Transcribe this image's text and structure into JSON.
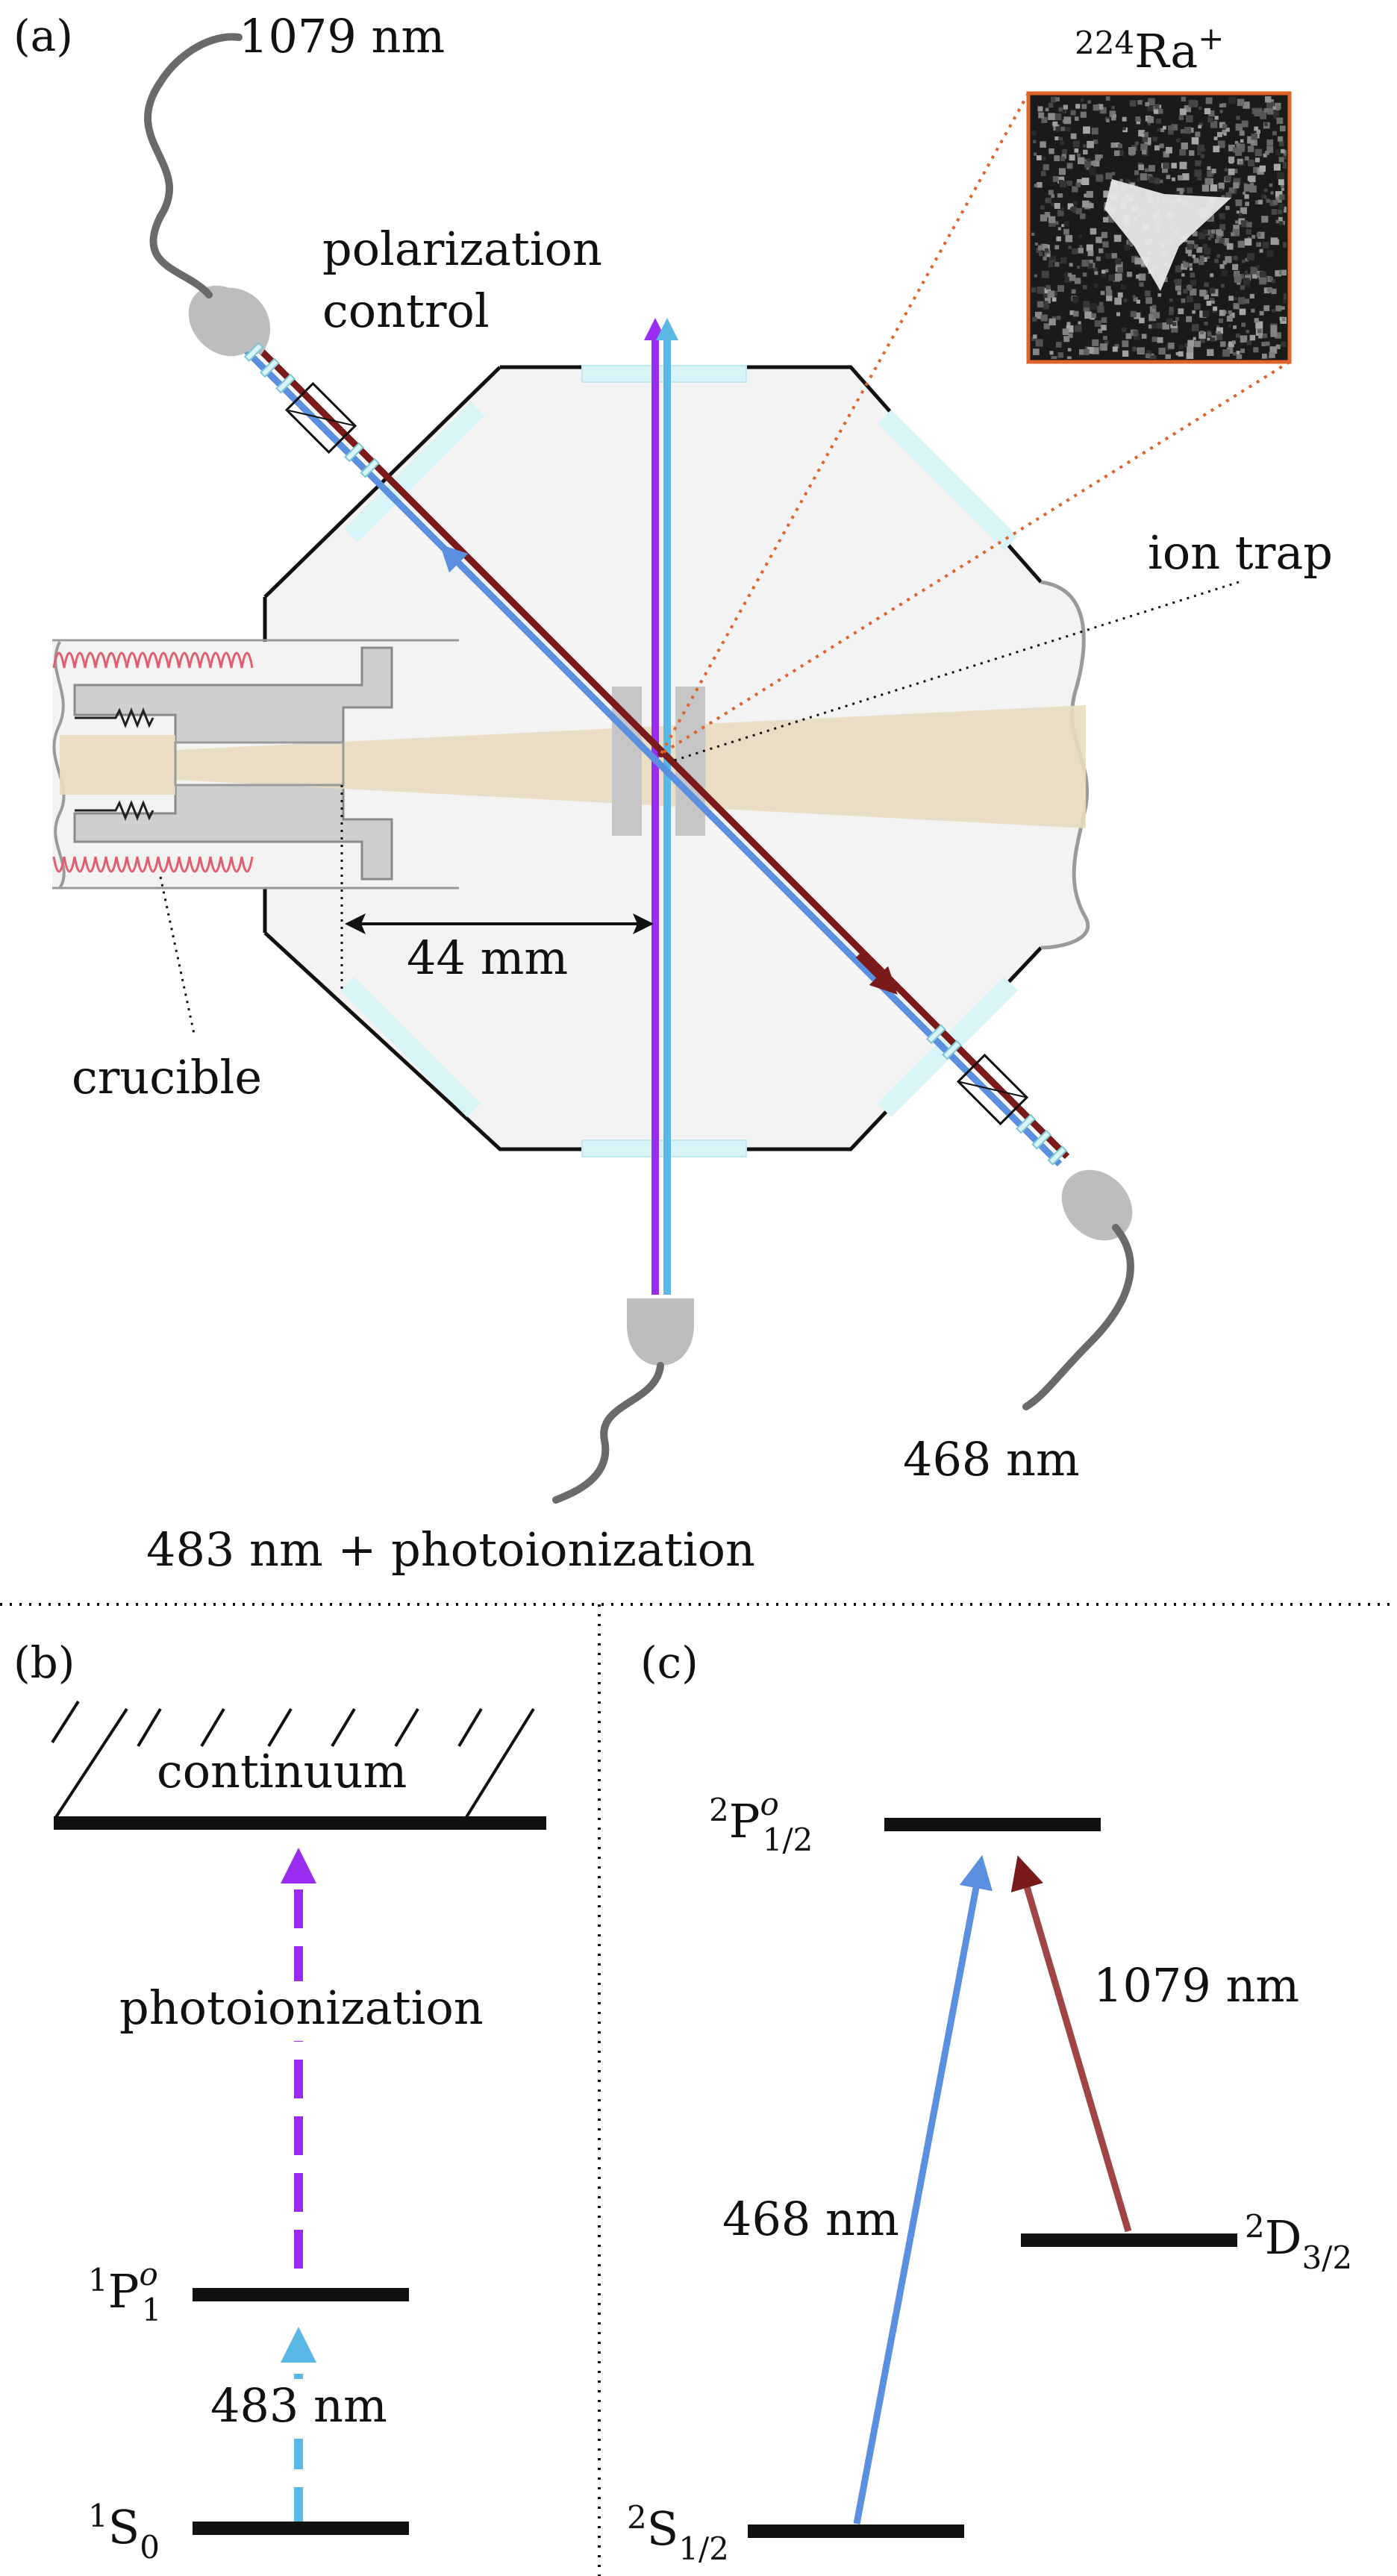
{
  "panels": {
    "a": "(a)",
    "b": "(b)",
    "c": "(c)"
  },
  "setup": {
    "label_1079": "1079 nm",
    "ion_mass": "224",
    "ion_symbol": "Ra",
    "ion_charge": "+",
    "polarization_line1": "polarization",
    "polarization_line2": "control",
    "ion_trap": "ion trap",
    "distance": "44 mm",
    "crucible": "crucible",
    "label_468": "468 nm",
    "label_483_pi": "483 nm + photoionization"
  },
  "levels_b": {
    "continuum": "continuum",
    "photoionization": "photoionization",
    "p_level": {
      "pre": "1",
      "main": "P",
      "sup": "o",
      "sub": "1"
    },
    "s_level": {
      "pre": "1",
      "main": "S",
      "sub": "0"
    },
    "transition": "483 nm"
  },
  "levels_c": {
    "p_level": {
      "pre": "2",
      "main": "P",
      "sup": "o",
      "sub": "1/2"
    },
    "d_level": {
      "pre": "2",
      "main": "D",
      "sub": "3/2"
    },
    "s_level": {
      "pre": "2",
      "main": "S",
      "sub": "1/2"
    },
    "transition_1079": "1079 nm",
    "transition_468": "468 nm"
  },
  "colors": {
    "beam_blue": "#5b8fe0",
    "beam_red": "#7a1a1a",
    "beam_violet": "#9a2cf0",
    "beam_cyan": "#5ab8e6",
    "arrow_1079": "#a04545",
    "heater": "#e06070",
    "chamber_fill": "#f3f3f3",
    "atom_plume": "#e8dcc0",
    "inset_border": "#e0642a"
  }
}
